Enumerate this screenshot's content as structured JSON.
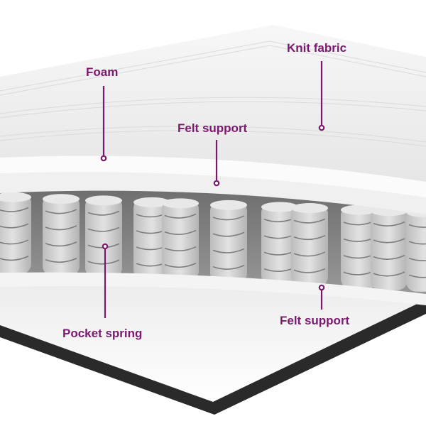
{
  "accent_color": "#7a1a6e",
  "callouts": {
    "knit_fabric": "Knit fabric",
    "foam": "Foam",
    "felt_support_top": "Felt support",
    "pocket_spring": "Pocket spring",
    "felt_support_bottom": "Felt support"
  },
  "colors": {
    "fabric": "#f3f3f3",
    "foam": "#fafafa",
    "spring": "#cfcfcf",
    "spring_shadow": "#8a8a8a",
    "base_edge": "#2a2a2a"
  }
}
